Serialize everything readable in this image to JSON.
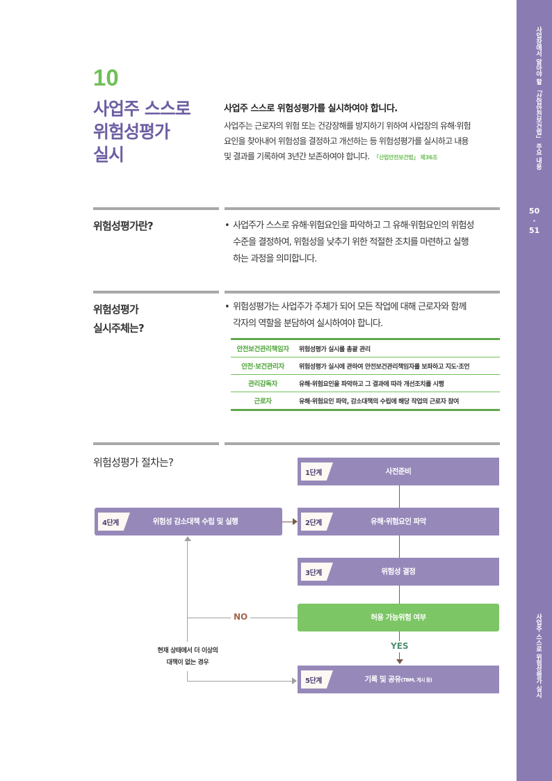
{
  "sidebar": {
    "top_text": "사업장에서 알아야 할 「산업안전보건법」 주요 내용",
    "page_left": "50",
    "page_dot": "·",
    "page_right": "51",
    "bottom_text": "사업주 스스로 위험성평가 실시",
    "color": "#8a7bb2"
  },
  "header": {
    "chapter_number": "10",
    "title_lines": [
      "사업주 스스로",
      "위험성평가",
      "실시"
    ],
    "lead_title": "사업주 스스로 위험성평가를 실시하여야 합니다.",
    "lead_lines": [
      "사업주는 근로자의 위험 또는 건강장해를 방지하기 위하여 사업장의 유해·위험",
      "요인을 찾아내어 위험성을 결정하고 개선하는 등 위험성평가를 실시하고 내용",
      "및 결과를 기록하여 3년간 보존하여야 합니다."
    ],
    "law_ref": "「산업안전보건법」 제36조"
  },
  "sections": [
    {
      "question": "위험성평가란?",
      "body_lines": [
        "사업주가 스스로 유해·위험요인을 파악하고 그 유해·위험요인의 위험성",
        "수준을 결정하여, 위험성을 낮추기 위한 적절한 조치를 마련하고 실행",
        "하는 과정을 의미합니다."
      ]
    },
    {
      "question_lines": [
        "위험성평가",
        "실시주체는?"
      ],
      "body_lines": [
        "위험성평가는 사업주가 주체가 되어 모든 작업에 대해 근로자와 함께",
        "각자의 역할을 분담하여 실시하여야 합니다."
      ],
      "table": [
        {
          "role": "안전보건관리책임자",
          "duty": "위험성평가 실시를 총괄 관리"
        },
        {
          "role": "안전·보건관리자",
          "duty": "위험성평가 실시에 관하여 안전보건관리책임자를 보좌하고 지도·조언"
        },
        {
          "role": "관리감독자",
          "duty": "유해·위험요인을 파악하고 그 결과에 따라 개선조치를 시행"
        },
        {
          "role": "근로자",
          "duty": "유해·위험요인 파악, 감소대책의 수립에 해당 작업의 근로자 참여"
        }
      ]
    },
    {
      "question": "위험성평가 절차는?"
    }
  ],
  "bullet": "•",
  "flow": {
    "steps": [
      {
        "tag": "1단계",
        "label": "사전준비"
      },
      {
        "tag": "2단계",
        "label": "유해·위험요인 파악"
      },
      {
        "tag": "3단계",
        "label": "위험성 결정"
      },
      {
        "tag": "4단계",
        "label": "위험성 감소대책 수립 및 실행"
      },
      {
        "tag": "5단계",
        "label": "기록 및 공유",
        "label_small": "(TBM, 게시 등)"
      }
    ],
    "decision": "허용 가능위험 여부",
    "no": "NO",
    "yes": "YES",
    "note_lines": [
      "현재 상태에서 더 이상의",
      "대책이 없는 경우"
    ],
    "colors": {
      "step": "#9689b9",
      "decision": "#7cc665",
      "accent_green": "#6fbf57",
      "title_purple": "#6d5ea2"
    }
  }
}
